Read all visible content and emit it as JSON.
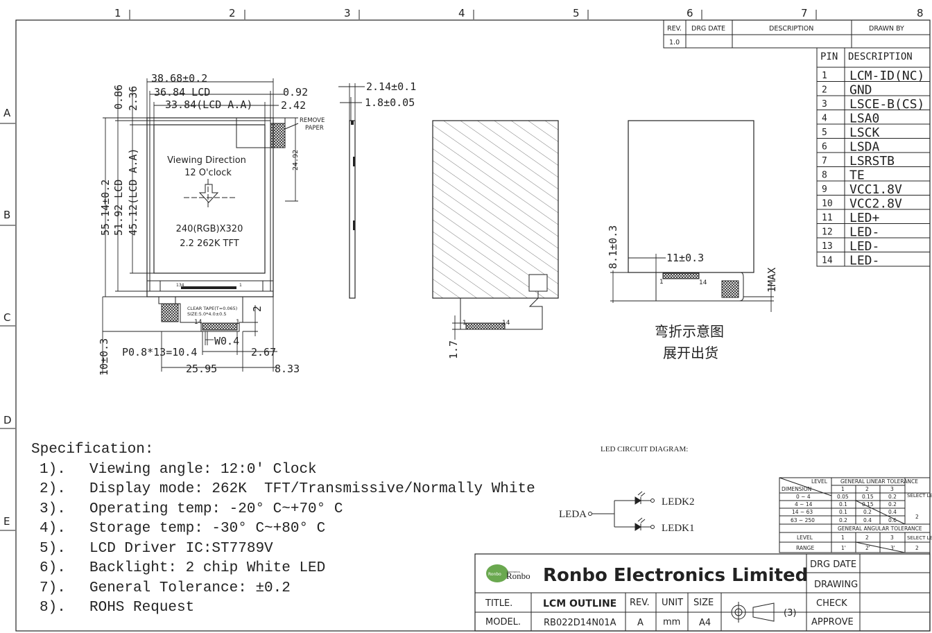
{
  "grid": {
    "columns": [
      "1",
      "2",
      "3",
      "4",
      "5",
      "6",
      "7",
      "8"
    ],
    "rows": [
      "A",
      "B",
      "C",
      "D",
      "E"
    ]
  },
  "revision_table": {
    "headers": [
      "REV.",
      "DRG DATE",
      "DESCRIPTION",
      "DRAWN BY"
    ],
    "rows": [
      [
        "1.0",
        "",
        "",
        ""
      ]
    ]
  },
  "pin_table": {
    "headers": [
      "PIN",
      "DESCRIPTION"
    ],
    "rows": [
      [
        "1",
        "LCM-ID(NC)"
      ],
      [
        "2",
        "GND"
      ],
      [
        "3",
        "LSCE-B(CS)"
      ],
      [
        "4",
        "LSA0"
      ],
      [
        "5",
        "LSCK"
      ],
      [
        "6",
        "LSDA"
      ],
      [
        "7",
        "LSRSTB"
      ],
      [
        "8",
        "TE"
      ],
      [
        "9",
        "VCC1.8V"
      ],
      [
        "10",
        "VCC2.8V"
      ],
      [
        "11",
        "LED+"
      ],
      [
        "12",
        "LED-"
      ],
      [
        "13",
        "LED-"
      ],
      [
        "14",
        "LED-"
      ]
    ]
  },
  "front_view": {
    "dim_outline_w": "38.68±0.2",
    "dim_lcd_w": "36.84 LCD",
    "dim_aa_w": "33.84(LCD A.A)",
    "dim_0_92": "0.92",
    "dim_2_42": "2.42",
    "dim_0_86": "0.86",
    "dim_2_36": "2.36",
    "dim_outline_h": "55.14±0.2",
    "dim_lcd_h": "51.92 LCD",
    "dim_aa_h": "45.12(LCD A.A)",
    "dim_24_92": "24.92",
    "remove_paper": [
      "REMOVE",
      "PAPER"
    ],
    "viewing_direction": [
      "Viewing Direction",
      "12 O'clock"
    ],
    "resolution": [
      "240(RGB)X320",
      "2.2 262K TFT"
    ],
    "fpc_pins_top": [
      "134",
      "1"
    ],
    "clear_tape": [
      "CLEAR TAPE(T=0.065)",
      "SIZE:5.0*4.0±0.5"
    ],
    "fpc_pin_14": "14",
    "fpc_pin_1": "1",
    "dim_2": "2",
    "dim_w04": "W0.4",
    "dim_pitch": "P0.8*13=10.4",
    "dim_2_67": "2.67",
    "dim_10_03": "10±0.3",
    "dim_25_95": "25.95",
    "dim_8_33": "8.33"
  },
  "side_view": {
    "dim_2_14": "2.14±0.1",
    "dim_1_8": "1.8±0.05"
  },
  "back_view": {
    "pin_1": "1",
    "pin_14": "14",
    "dim_1_7": "1.7"
  },
  "fold_view": {
    "dim_8_1": "8.1±0.3",
    "dim_11": "11±0.3",
    "pin_1": "1",
    "pin_14": "14",
    "dim_1max": "1MAX",
    "caption": [
      "弯折示意图",
      "展开出货"
    ]
  },
  "specification": {
    "title": "Specification:",
    "items": [
      {
        "num": "1).",
        "text": "Viewing angle: 12:0' Clock"
      },
      {
        "num": "2).",
        "text": "Display mode: 262K  TFT/Transmissive/Normally White"
      },
      {
        "num": "3).",
        "text": "Operating temp: -20° C~+70° C"
      },
      {
        "num": "4).",
        "text": "Storage temp: -30° C~+80° C"
      },
      {
        "num": "5).",
        "text": "LCD Driver IC:ST7789V"
      },
      {
        "num": "6).",
        "text": "Backlight: 2 chip White LED"
      },
      {
        "num": "7).",
        "text": "General Tolerance: ±0.2"
      },
      {
        "num": "8).",
        "text": "ROHS Request"
      }
    ]
  },
  "led_circuit": {
    "title": "LED CIRCUIT DIAGRAM:",
    "anode": "LEDA",
    "cathodes": [
      "LEDK2",
      "LEDK1"
    ]
  },
  "tolerance_table": {
    "level_label": "LEVEL",
    "dimension_label": "DIMENSION",
    "linear_title": "GENERAL LINEAR TOLERANCE",
    "levels": [
      "1",
      "2",
      "3"
    ],
    "select_level": "SELECT LEVEL",
    "rows": [
      [
        "0 ~ 4",
        "0.05",
        "0.15",
        "0.2"
      ],
      [
        "4 ~ 14",
        "0.1",
        "0.15",
        "0.2"
      ],
      [
        "14 ~ 63",
        "0.1",
        "0.2",
        "0.4"
      ],
      [
        "63 ~ 250",
        "0.2",
        "0.4",
        "0.6"
      ]
    ],
    "selected_linear": "2",
    "angular_title": "GENERAL ANGULAR TOLERANCE",
    "range_label": "RANGE",
    "angular_values": [
      "1'",
      "2'",
      "3'"
    ],
    "selected_angular": "2"
  },
  "title_block": {
    "company_logo": "Ronbo",
    "company_logo_small": "Electronics",
    "company": "Ronbo Electronics Limited",
    "title_label": "TITLE.",
    "title_value": "LCM OUTLINE",
    "rev_label": "REV.",
    "unit_label": "UNIT",
    "size_label": "SIZE",
    "model_label": "MODEL.",
    "model_value": "RB022D14N01A",
    "rev_value": "A",
    "unit_value": "mm",
    "size_value": "A4",
    "projection": "(3)",
    "drg_date": "DRG DATE",
    "drawing": "DRAWING",
    "check": "CHECK",
    "approve": "APPROVE"
  }
}
